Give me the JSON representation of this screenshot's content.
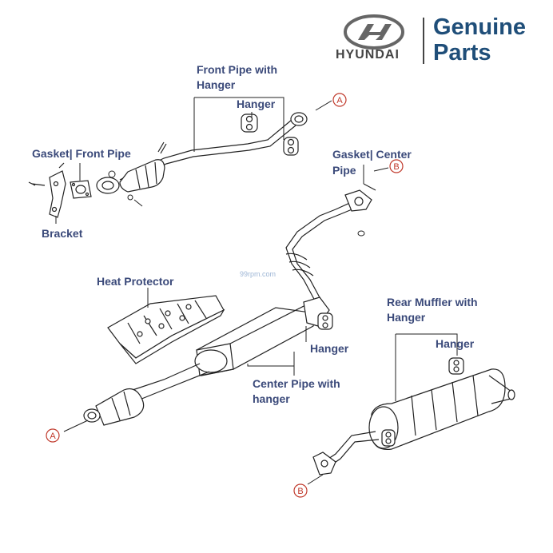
{
  "branding": {
    "brand_name": "HYUNDAI",
    "tagline_line1": "Genuine",
    "tagline_line2": "Parts",
    "watermark": "99rpm.com"
  },
  "callouts": {
    "a": "A",
    "b": "B"
  },
  "labels": {
    "front_pipe_line1": "Front Pipe with",
    "front_pipe_line2": "Hanger",
    "front_hanger": "Hanger",
    "gasket_front_pipe": "Gasket| Front Pipe",
    "bracket": "Bracket",
    "gasket_center_line1": "Gasket| Center",
    "gasket_center_line2": "Pipe",
    "heat_protector": "Heat Protector",
    "center_hanger": "Hanger",
    "center_pipe_line1": "Center Pipe with",
    "center_pipe_line2": "hanger",
    "rear_muffler_line1": "Rear Muffler with",
    "rear_muffler_line2": "Hanger",
    "rear_hanger": "Hanger"
  },
  "colors": {
    "label_text": "#3b4a7a",
    "brand_blue": "#1f4e79",
    "callout_red": "#c0392b",
    "line_art": "#222222"
  }
}
